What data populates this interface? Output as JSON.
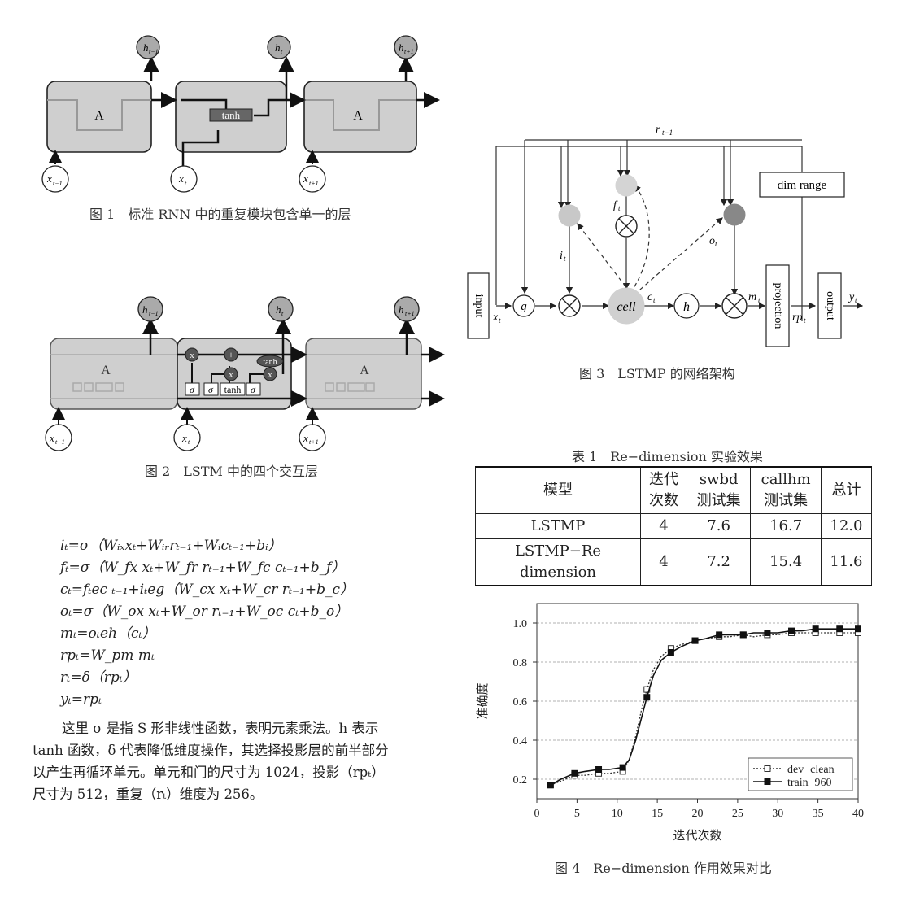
{
  "fig1": {
    "caption": "图 1　标准 RNN 中的重复模块包含单一的层",
    "block_label": "A",
    "tanh": "tanh",
    "inputs": [
      "x",
      "x",
      "x"
    ],
    "input_subs": [
      "t−1",
      "t",
      "t+1"
    ],
    "outputs": [
      "h",
      "h",
      "h"
    ],
    "output_subs": [
      "t−1",
      "t",
      "t+1"
    ]
  },
  "fig2": {
    "caption": "图 2　LSTM 中的四个交互层",
    "block_label": "A",
    "sigma": "σ",
    "tanh": "tanh",
    "times": "x",
    "plus": "+",
    "inputs": [
      "x",
      "x",
      "x"
    ],
    "input_subs": [
      "t−1",
      "t",
      "t+1"
    ],
    "outputs": [
      "h",
      "h",
      "h"
    ],
    "output_subs": [
      "t−1",
      "t",
      "t+1"
    ]
  },
  "fig3": {
    "caption": "图 3　LSTMP 的网络架构",
    "r_label": "r",
    "r_sub": "t−1",
    "dim_range": "dim  range",
    "input": "input",
    "output": "output",
    "projection": "projection",
    "g": "g",
    "h": "h",
    "cell": "cell",
    "x": "x",
    "x_sub": "t",
    "i": "i",
    "i_sub": "t",
    "f": "f",
    "f_sub": "t",
    "o": "o",
    "o_sub": "t",
    "c": "c",
    "c_sub": "t",
    "m": "m",
    "m_sub": "t",
    "rp": "rp",
    "rp_sub": "t",
    "y": "y",
    "y_sub": "t"
  },
  "table1": {
    "title": "表 1　Re−dimension 实验效果",
    "headers": [
      "模型",
      "迭代次数",
      "swbd测试集",
      "callhm测试集",
      "总计"
    ],
    "header_lines": [
      [
        "模型"
      ],
      [
        "迭代",
        "次数"
      ],
      [
        "swbd",
        "测试集"
      ],
      [
        "callhm",
        "测试集"
      ],
      [
        "总计"
      ]
    ],
    "rows": [
      [
        "LSTMP",
        "4",
        "7.6",
        "16.7",
        "12.0"
      ],
      [
        "LSTMP−Re dimension",
        "4",
        "7.2",
        "15.4",
        "11.6"
      ]
    ]
  },
  "equations": [
    "iₜ=σ（Wᵢₓxₜ+Wᵢᵣrₜ₋₁+Wᵢcₜ₋₁+bᵢ）",
    "fₜ=σ（W_fx xₜ+W_fr rₜ₋₁+W_fc cₜ₋₁+b_f）",
    "cₜ=fₜec ₜ₋₁+iₜeg（W_cx xₜ+W_cr rₜ₋₁+b_c）",
    "oₜ=σ（W_ox xₜ+W_or rₜ₋₁+W_oc cₜ+b_o）",
    "mₜ=oₜeh（cₜ）",
    "rpₜ=W_pm mₜ",
    "rₜ=δ（rpₜ）",
    "yₜ=rpₜ"
  ],
  "paragraph": [
    "这里 σ 是指 S 形非线性函数，表明元素乘法。h 表示",
    "tanh 函数，δ 代表降低维度操作，其选择投影层的前半部分",
    "以产生再循环单元。单元和门的尺寸为 1024，投影（rpₜ）",
    "尺寸为 512，重复（rₜ）维度为 256。"
  ],
  "fig4": {
    "caption": "图 4　Re−dimension 作用效果对比"
  },
  "chart_data": {
    "type": "line",
    "title": "",
    "xlabel": "迭代次数",
    "ylabel": "准确度",
    "xlim": [
      0,
      40
    ],
    "ylim": [
      0.1,
      1.1
    ],
    "xticks": [
      0,
      5,
      10,
      15,
      20,
      25,
      30,
      35,
      40
    ],
    "yticks": [
      0.2,
      0.4,
      0.6,
      0.8,
      1.0
    ],
    "ytick_labels": [
      "0.2",
      "0.4",
      "0.6",
      "0.8",
      "1.0"
    ],
    "grid": true,
    "legend_position": "bottom-right",
    "series": [
      {
        "name": "dev−clean",
        "style": "dotted",
        "marker": "open-square",
        "color": "#333333",
        "x": [
          1.7,
          4.7,
          7.7,
          10.7,
          13.7,
          16.7,
          19.7,
          22.7,
          25.7,
          28.7,
          31.7,
          34.7,
          37.7,
          40
        ],
        "y": [
          0.17,
          0.22,
          0.23,
          0.24,
          0.66,
          0.87,
          0.91,
          0.93,
          0.94,
          0.94,
          0.95,
          0.95,
          0.95,
          0.95
        ],
        "curve_x": [
          1.7,
          3,
          4.7,
          6,
          7.7,
          9,
          10.7,
          11.5,
          12.3,
          13,
          13.7,
          14.5,
          15.5,
          16.7,
          18,
          19.7,
          21,
          22.7,
          24,
          25.7,
          27,
          28.7,
          30,
          31.7,
          33,
          34.7,
          36,
          37.7,
          40
        ],
        "curve_y": [
          0.17,
          0.19,
          0.22,
          0.22,
          0.23,
          0.23,
          0.24,
          0.3,
          0.42,
          0.55,
          0.66,
          0.76,
          0.83,
          0.87,
          0.89,
          0.91,
          0.92,
          0.93,
          0.93,
          0.94,
          0.93,
          0.94,
          0.94,
          0.95,
          0.95,
          0.95,
          0.95,
          0.95,
          0.95
        ]
      },
      {
        "name": "train−960",
        "style": "solid",
        "marker": "filled-square",
        "color": "#111111",
        "x": [
          1.7,
          4.7,
          7.7,
          10.7,
          13.7,
          16.7,
          19.7,
          22.7,
          25.7,
          28.7,
          31.7,
          34.7,
          37.7,
          40
        ],
        "y": [
          0.17,
          0.23,
          0.25,
          0.26,
          0.62,
          0.85,
          0.91,
          0.94,
          0.94,
          0.95,
          0.96,
          0.97,
          0.97,
          0.97
        ],
        "curve_x": [
          1.7,
          3,
          4.7,
          6,
          7.7,
          9,
          10.7,
          11.5,
          12.3,
          13,
          13.7,
          14.5,
          15.5,
          16.7,
          18,
          19.7,
          21,
          22.7,
          24,
          25.7,
          27,
          28.7,
          30,
          31.7,
          33,
          34.7,
          36,
          37.7,
          40
        ],
        "curve_y": [
          0.17,
          0.2,
          0.23,
          0.24,
          0.25,
          0.25,
          0.26,
          0.3,
          0.4,
          0.51,
          0.62,
          0.73,
          0.81,
          0.85,
          0.88,
          0.91,
          0.92,
          0.94,
          0.94,
          0.94,
          0.95,
          0.95,
          0.95,
          0.96,
          0.96,
          0.97,
          0.97,
          0.97,
          0.97
        ]
      }
    ]
  }
}
